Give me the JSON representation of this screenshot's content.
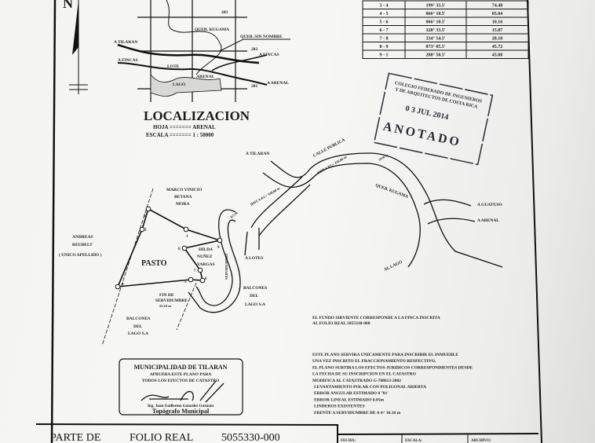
{
  "north_label": "N",
  "bearings_table": {
    "rows": [
      [
        "3 - 4",
        "199° 35.5'",
        "74.48"
      ],
      [
        "4 - 5",
        "066° 10.5'",
        "85.04"
      ],
      [
        "5 - 6",
        "066° 10.5'",
        "10.16"
      ],
      [
        "6 - 7",
        "328° 33.5'",
        "15.87"
      ],
      [
        "7 - 8",
        "334° 54.5'",
        "28.10"
      ],
      [
        "8 - 9",
        "073° 05.5'",
        "45.72"
      ],
      [
        "9 - 1",
        "288° 50.5'",
        "43.08"
      ]
    ]
  },
  "location_map": {
    "grid_labels": [
      "283",
      "282",
      "281"
    ],
    "labels": {
      "queb_kugama": "QUEB. KUGAMA",
      "queb_sin_nombre": "QUEB. SIN NOMBRE",
      "a_tilaran": "A TILARAN",
      "a_fincas_left": "A FINCAS",
      "a_fincas_right": "A FINCAS",
      "lote": "LOTE",
      "arenal": "ARENAL",
      "lago": "LAGO",
      "a_arenal": "A ARENAL"
    },
    "title": "LOCALIZACION",
    "hoja": "HOJA ======= ARENAL",
    "escala": "ESCALA ======= 1 : 50000"
  },
  "stamp": {
    "line1": "COLEGIO FEDERADO DE INGENIEROS",
    "line2": "Y DE ARQUITECTOS DE COSTA RICA",
    "date": "0 3 JUL 2014",
    "status": "ANOTADO"
  },
  "plan": {
    "labels": {
      "a_tilaran": "A TILARAN",
      "calle_publica": "CALLE PUBLICA",
      "width_road": "20.00 m",
      "queb_kugama": "QUEB. KUGAMA",
      "a_guatuso": "A GUATUSO",
      "a_arenal": "A ARENAL",
      "al_lago": "AL LAGO",
      "dist1": "DIST A P.I.= 338.60 m",
      "dist2": "DIST A P.I.= 256.66 m",
      "width_serv": "8.5 m",
      "a_lotes": "A LOTES",
      "marco": "MARCO VINICIO",
      "betana": "BETANA",
      "mora": "MORA",
      "andreas": "ANDREAS",
      "reubelt": "REUBELT",
      "unico": "( UNICO APELLIDO )",
      "pasto": "PASTO",
      "hilda": "HILDA",
      "nunez": "NUÑEZ",
      "vargas": "VARGAS",
      "servidumbre": "SERVIDUMBRE",
      "balcones_right_1": "BALCONES",
      "balcones_right_2": "DEL",
      "balcones_right_3": "LAGO S.A",
      "fin_1": "FIN DE",
      "fin_2": "SERVIDUMBRE",
      "fin_3": "53.10 m",
      "balcones_left_1": "BALCONES",
      "balcones_left_2": "DEL",
      "balcones_left_3": "LAGO S.A"
    },
    "vertex_labels": [
      "1",
      "2",
      "3",
      "4",
      "5",
      "6",
      "7",
      "8",
      "9"
    ]
  },
  "notes": {
    "fundo_1": "EL FUNDO SIRVIENTE CORRESPONDE A LA FINCA INSCRITA",
    "fundo_2": "AL FOLIO REAL  5055330-000",
    "lines": [
      "ESTE PLANO SERVIRA UNICAMENTE PARA INSCRIBIR EL INMUEBLE",
      "UNA VEZ INSCRITO EL FRACCIONAMIENTO RESPECTIVO,",
      "EL PLANO SURTIRA LOS EFECTOS JURIDICOS CORRESPONDIENTES DESDE",
      "LA FECHA DE SU INSCRIPCION EN EL CATASTRO",
      "MODIFICA AL CATASTRADO G-788613-2002",
      "LEVANTAMIENTO POLAR CON POLIGONAL ABIERTA",
      "ERROR ANGULAR ESTIMADO 0 °01'",
      "ERROR LINEAL ESTIMADO 0.05m",
      "LINDEROS EXISTENTES",
      "FRENTE A SERVIDUMBRE DE  A 4= 10.10 m"
    ]
  },
  "municipal_stamp": {
    "title": "MUNICIPALIDAD DE TILARAN",
    "line1": "APRUEBA ESTE PLANO PARA",
    "line2": "TODOS LOS EFECTOS DE CATASTRO",
    "signer": "Ing. Juan Guillermo González Guzmán",
    "role": "Topógrafo Municipal"
  },
  "title_block": {
    "parte_de": "PARTE DE",
    "folio_label": "FOLIO REAL",
    "folio_number": "5055330-000",
    "fecha": "FECHA:",
    "escala": "ESCALA:",
    "archivo": "ARCHIVO:"
  }
}
